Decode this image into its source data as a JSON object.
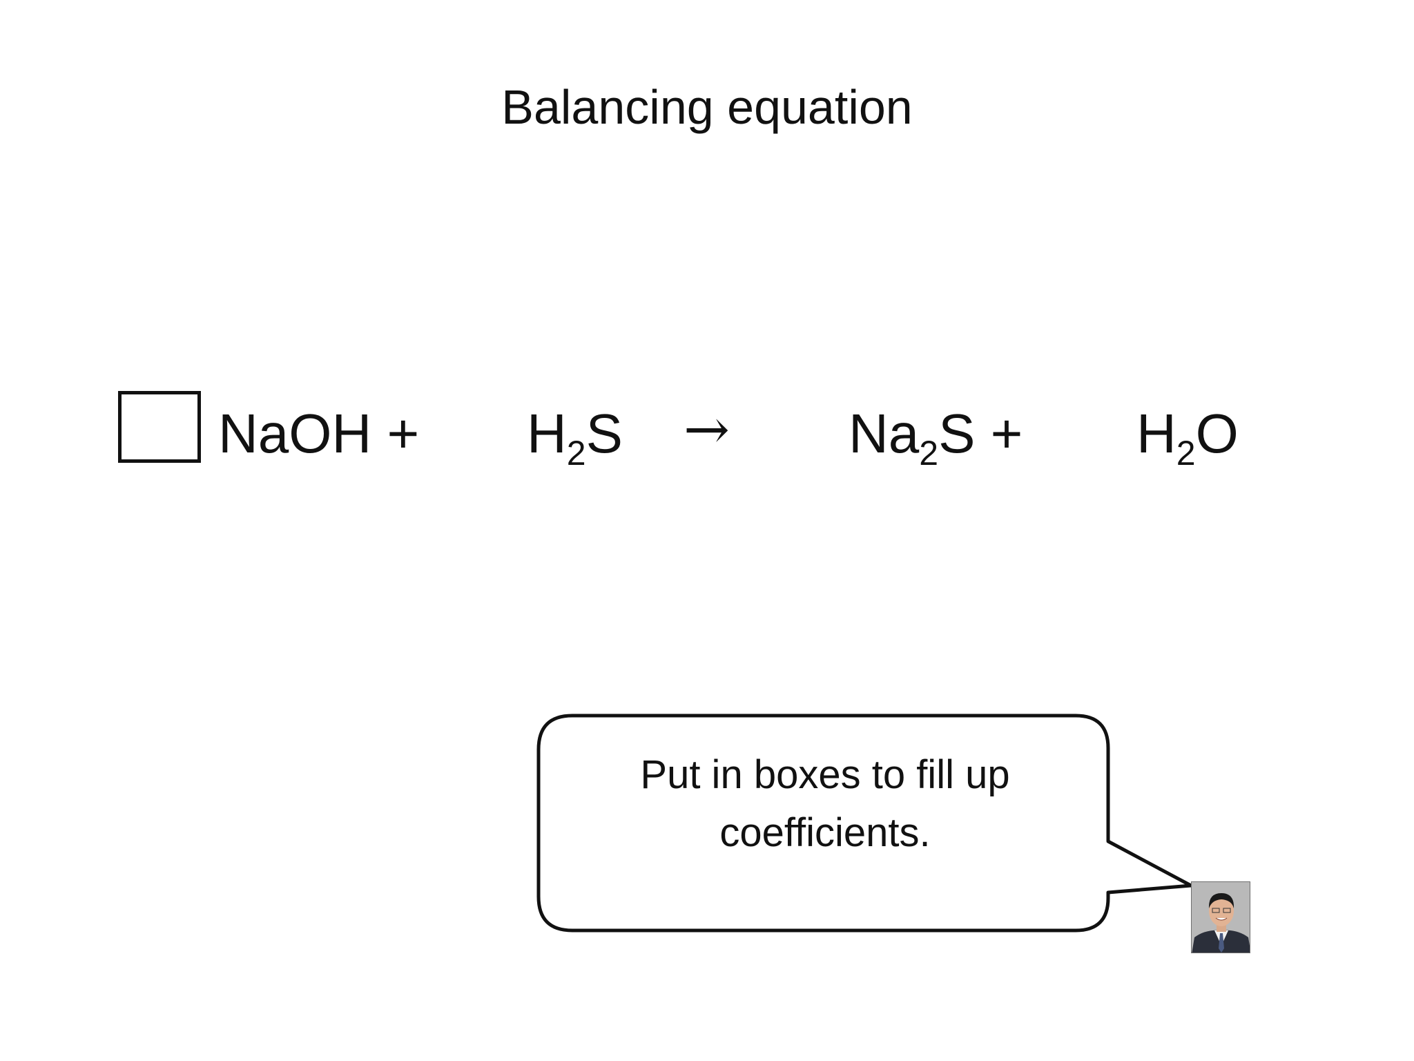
{
  "slide": {
    "title": "Balancing equation",
    "equation": {
      "reactant1": {
        "formula": "NaOH",
        "plus": "+"
      },
      "reactant2": {
        "el1": "H",
        "sub1": "2",
        "el2": "S"
      },
      "arrow": "→",
      "product1": {
        "el1": "Na",
        "sub1": "2",
        "el2": "S",
        "plus": "+"
      },
      "product2": {
        "el1": "H",
        "sub1": "2",
        "el2": "O"
      }
    },
    "bubble": {
      "line1": "Put in boxes to fill up",
      "line2": "coefficients."
    },
    "colors": {
      "text": "#111111",
      "background": "#ffffff",
      "stroke": "#111111"
    },
    "icons": {
      "presenter": "presenter-avatar-photo"
    }
  }
}
